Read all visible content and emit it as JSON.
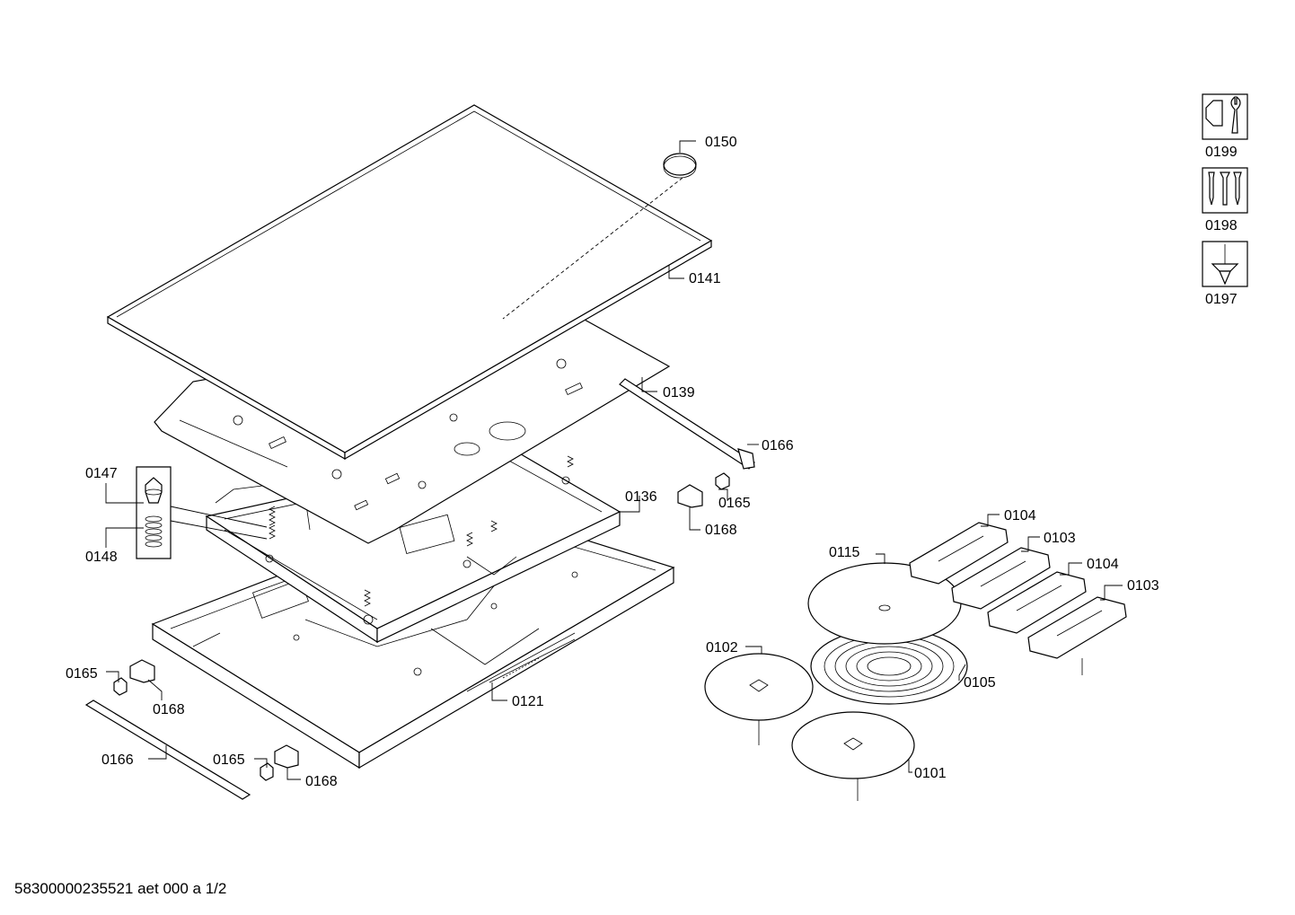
{
  "labels": {
    "p0150": "0150",
    "p0141": "0141",
    "p0139": "0139",
    "p0166a": "0166",
    "p0147": "0147",
    "p0148": "0148",
    "p0136": "0136",
    "p0165a": "0165",
    "p0168a": "0168",
    "p0165b": "0165",
    "p0168b": "0168",
    "p0121": "0121",
    "p0166b": "0166",
    "p0165c": "0165",
    "p0168c": "0168",
    "p0104a": "0104",
    "p0103a": "0103",
    "p0115": "0115",
    "p0104b": "0104",
    "p0103b": "0103",
    "p0102": "0102",
    "p0105": "0105",
    "p0101": "0101"
  },
  "legend": [
    {
      "code": "0199",
      "icon": "wrench-nut-icon"
    },
    {
      "code": "0198",
      "icon": "screws-icon"
    },
    {
      "code": "0197",
      "icon": "screwdriver-icon"
    }
  ],
  "footer": "58300000235521 aet 000 a 1/2"
}
